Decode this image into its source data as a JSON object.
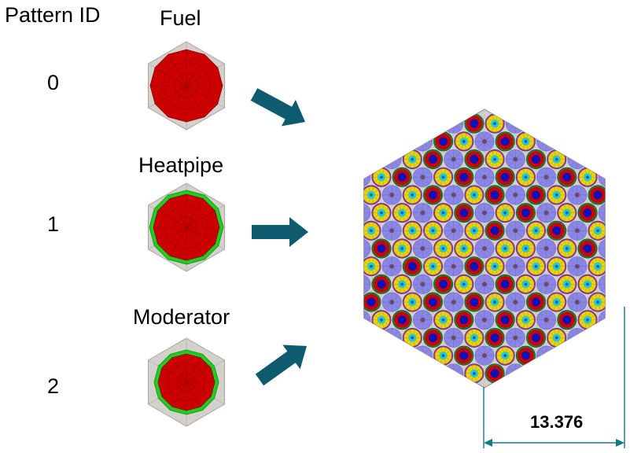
{
  "header": "Pattern ID",
  "patterns": [
    {
      "id": "0",
      "name": "Fuel"
    },
    {
      "id": "1",
      "name": "Heatpipe"
    },
    {
      "id": "2",
      "name": "Moderator"
    }
  ],
  "dimension": "13.376",
  "colors": {
    "hex_bg": "#d4d0cc",
    "fuel_red": "#cc0000",
    "heatpipe_green": "#22cc22",
    "moderator_blue": "#8a86e6",
    "arrow": "#0e5a6e",
    "pin_yellow": "#e8d400",
    "pin_cyan": "#20c8e0",
    "dim_line": "#127a86"
  }
}
